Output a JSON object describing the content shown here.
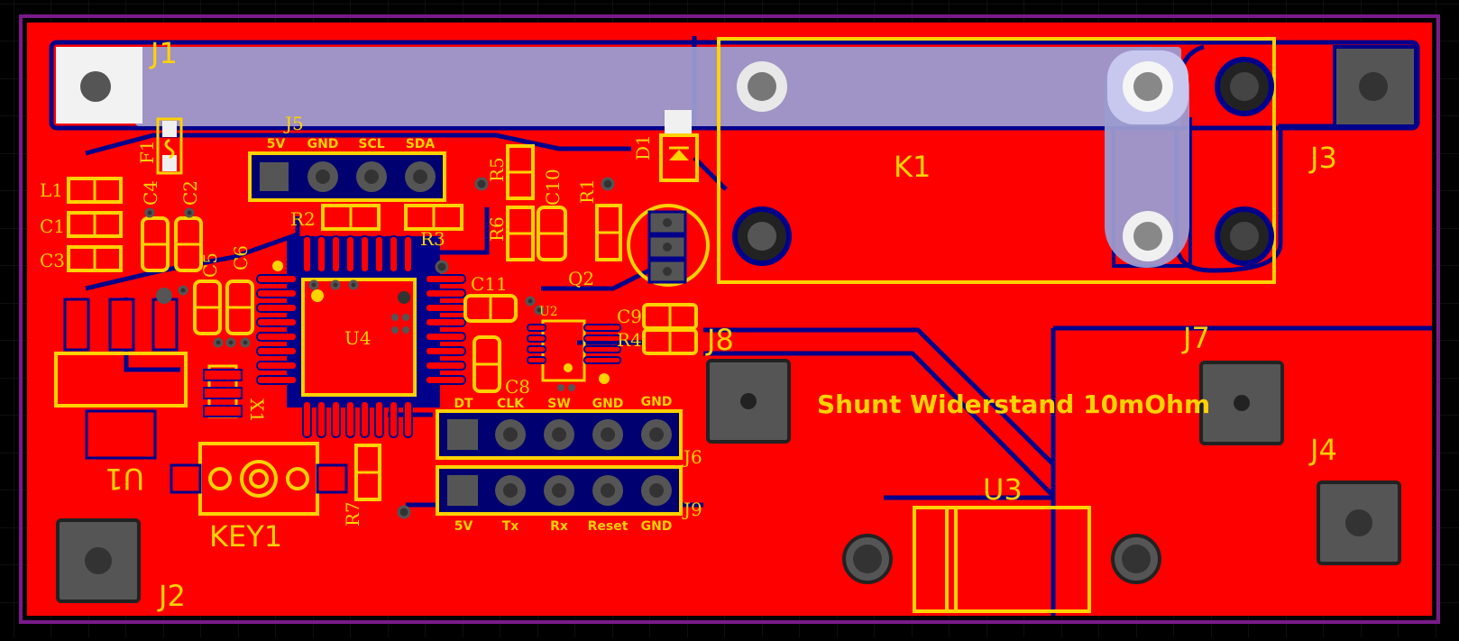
{
  "board": {
    "title_text": "Shunt Widerstand 10mOhm",
    "colors": {
      "background": "#000000",
      "grid": "#1e1e1e",
      "outline": "#7a1a8a",
      "copper_top": "#ff0000",
      "trace_gap": "#00008b",
      "silkscreen": "#ffd200",
      "bus_bar": "#9b9bd0",
      "pad_dark": "#555555",
      "hole": "#444444"
    }
  },
  "designators": {
    "j1": "J1",
    "j2": "J2",
    "j3": "J3",
    "j4": "J4",
    "j5": "J5",
    "j6": "J6",
    "j7": "J7",
    "j8": "J8",
    "j9": "J9",
    "k1": "K1",
    "u1": "U1",
    "u2": "U2",
    "u3": "U3",
    "u4": "U4",
    "key1": "KEY1",
    "x1": "X1",
    "q2": "Q2",
    "d1": "D1",
    "f1": "F1",
    "l1": "L1",
    "c1": "C1",
    "c2": "C2",
    "c3": "C3",
    "c4": "C4",
    "c5": "C5",
    "c6": "C6",
    "c8": "C8",
    "c9": "C9",
    "c10": "C10",
    "c11": "C11",
    "r1": "R1",
    "r2": "R2",
    "r3": "R3",
    "r4": "R4",
    "r5": "R5",
    "r6": "R6",
    "r7": "R7"
  },
  "pin_labels": {
    "j5": [
      "5V",
      "GND",
      "SCL",
      "SDA"
    ],
    "j6": [
      "DT",
      "CLK",
      "SW",
      "GND",
      "GND"
    ],
    "j9": [
      "5V",
      "Tx",
      "Rx",
      "Reset",
      "GND"
    ]
  }
}
